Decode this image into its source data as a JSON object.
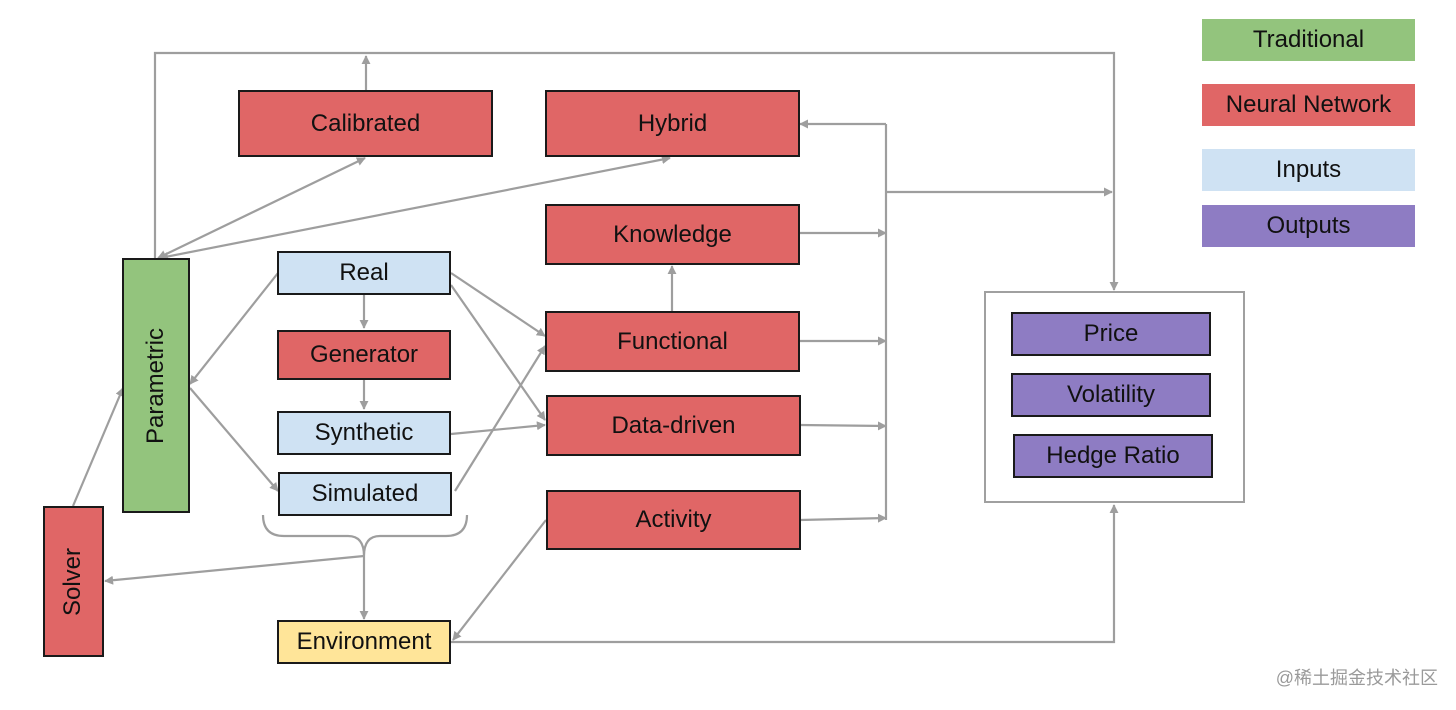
{
  "legend": {
    "traditional": {
      "label": "Traditional",
      "color": "#93c47d"
    },
    "neural_network": {
      "label": "Neural Network",
      "color": "#e06666"
    },
    "inputs": {
      "label": "Inputs",
      "color": "#cfe2f3"
    },
    "outputs": {
      "label": "Outputs",
      "color": "#8e7cc3"
    }
  },
  "nodes": {
    "calibrated": "Calibrated",
    "hybrid": "Hybrid",
    "knowledge": "Knowledge",
    "functional": "Functional",
    "data_driven": "Data-driven",
    "activity": "Activity",
    "real": "Real",
    "generator": "Generator",
    "synthetic": "Synthetic",
    "simulated": "Simulated",
    "environment": "Environment",
    "parametric": "Parametric",
    "solver": "Solver",
    "price": "Price",
    "volatility": "Volatility",
    "hedge_ratio": "Hedge Ratio"
  },
  "colors": {
    "connector": "#9e9e9e",
    "environment": "#ffe599",
    "border": "#1a1a1a"
  },
  "watermark": "@稀土掘金技术社区"
}
